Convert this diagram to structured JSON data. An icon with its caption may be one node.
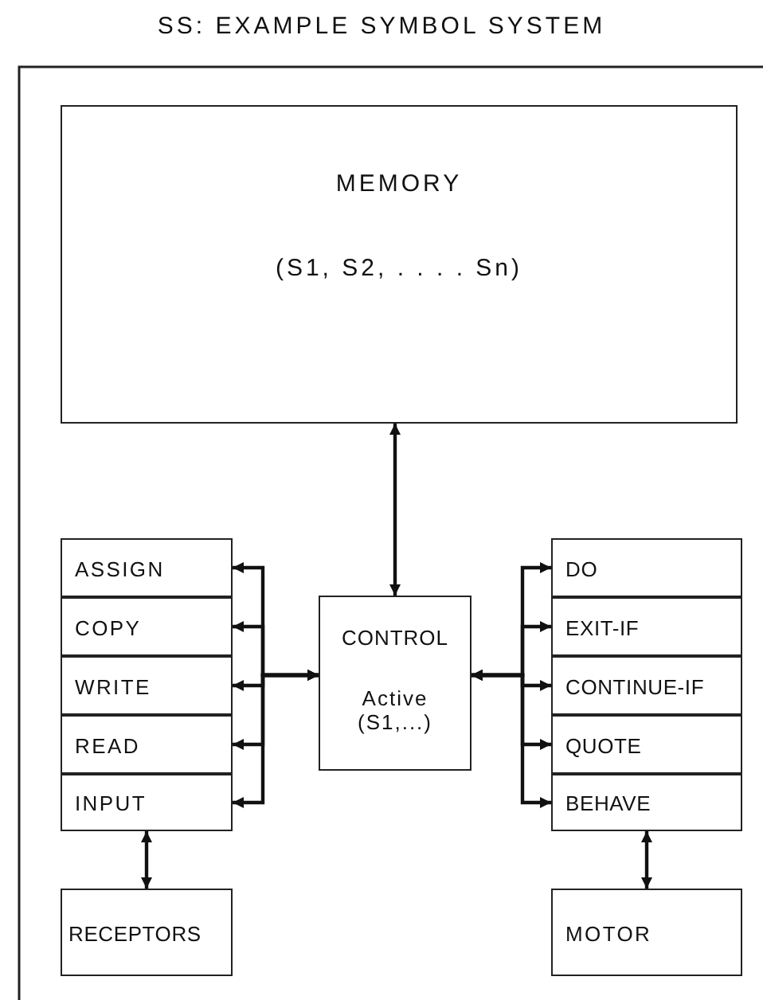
{
  "diagram": {
    "title": "SS: EXAMPLE SYMBOL SYSTEM",
    "nodes": [
      {
        "text": [
          "MEMORY",
          "(S1, S2, . . . . Sn)"
        ]
      },
      {
        "text": [
          "ASSIGN"
        ]
      },
      {
        "text": [
          "COPY"
        ]
      },
      {
        "text": [
          "WRITE"
        ]
      },
      {
        "text": [
          "READ"
        ]
      },
      {
        "text": [
          "INPUT"
        ]
      },
      {
        "text": [
          "CONTROL",
          "Active (S1,...)"
        ]
      },
      {
        "text": [
          "DO"
        ]
      },
      {
        "text": [
          "EXIT-IF"
        ]
      },
      {
        "text": [
          "CONTINUE-IF"
        ]
      },
      {
        "text": [
          "QUOTE"
        ]
      },
      {
        "text": [
          "BEHAVE"
        ]
      },
      {
        "text": [
          "RECEPTORS"
        ]
      },
      {
        "text": [
          "MOTOR"
        ]
      }
    ],
    "edges": [
      {
        "from": 0,
        "to": 6,
        "arrow": "both"
      },
      {
        "from": 6,
        "to": 1,
        "arrow": "both"
      },
      {
        "from": 6,
        "to": 2,
        "arrow": "both"
      },
      {
        "from": 6,
        "to": 3,
        "arrow": "both"
      },
      {
        "from": 6,
        "to": 4,
        "arrow": "both"
      },
      {
        "from": 6,
        "to": 5,
        "arrow": "both"
      },
      {
        "from": 6,
        "to": 7,
        "arrow": "both"
      },
      {
        "from": 6,
        "to": 8,
        "arrow": "both"
      },
      {
        "from": 6,
        "to": 9,
        "arrow": "both"
      },
      {
        "from": 6,
        "to": 10,
        "arrow": "both"
      },
      {
        "from": 6,
        "to": 11,
        "arrow": "both"
      },
      {
        "from": 5,
        "to": 12,
        "arrow": "both"
      },
      {
        "from": 11,
        "to": 13,
        "arrow": "both"
      }
    ]
  }
}
